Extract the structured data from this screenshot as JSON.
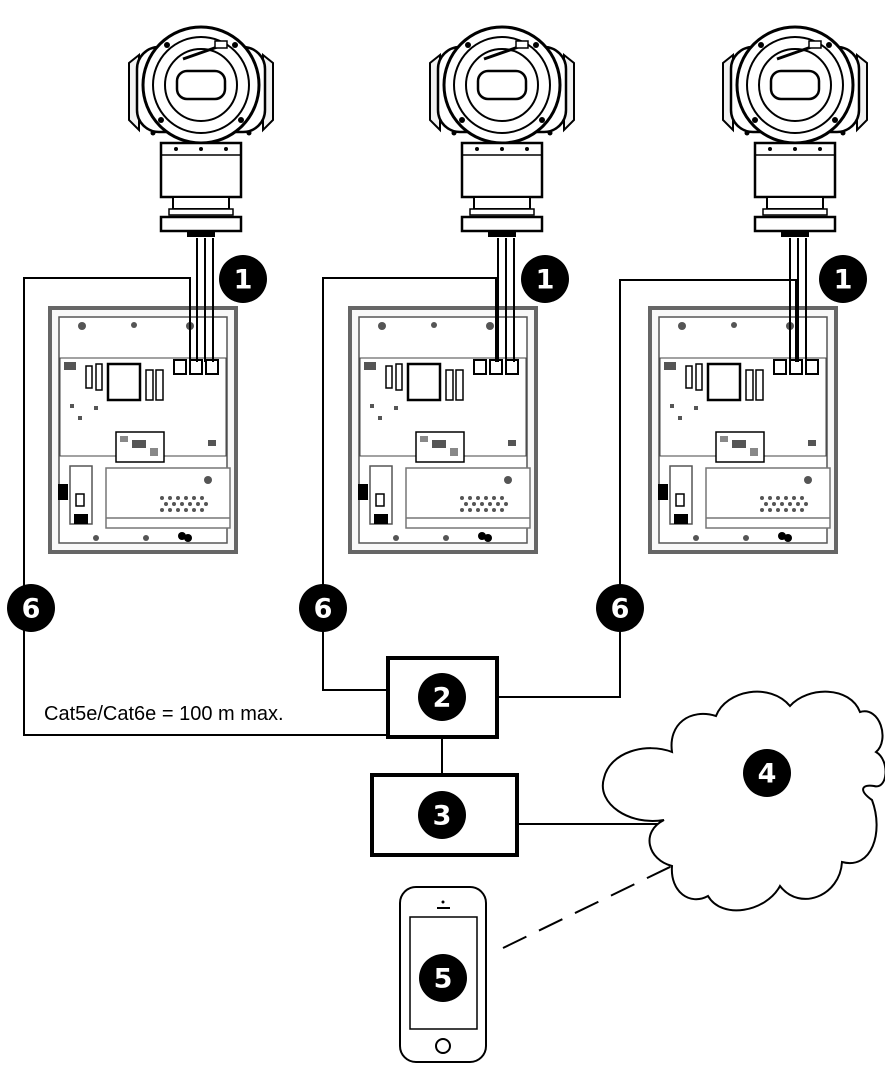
{
  "cable_label": "Cat5e/Cat6e = 100 m max.",
  "callouts": {
    "camera": "1",
    "switch": "2",
    "router": "3",
    "internet": "4",
    "mobile": "5",
    "cable": "6"
  }
}
